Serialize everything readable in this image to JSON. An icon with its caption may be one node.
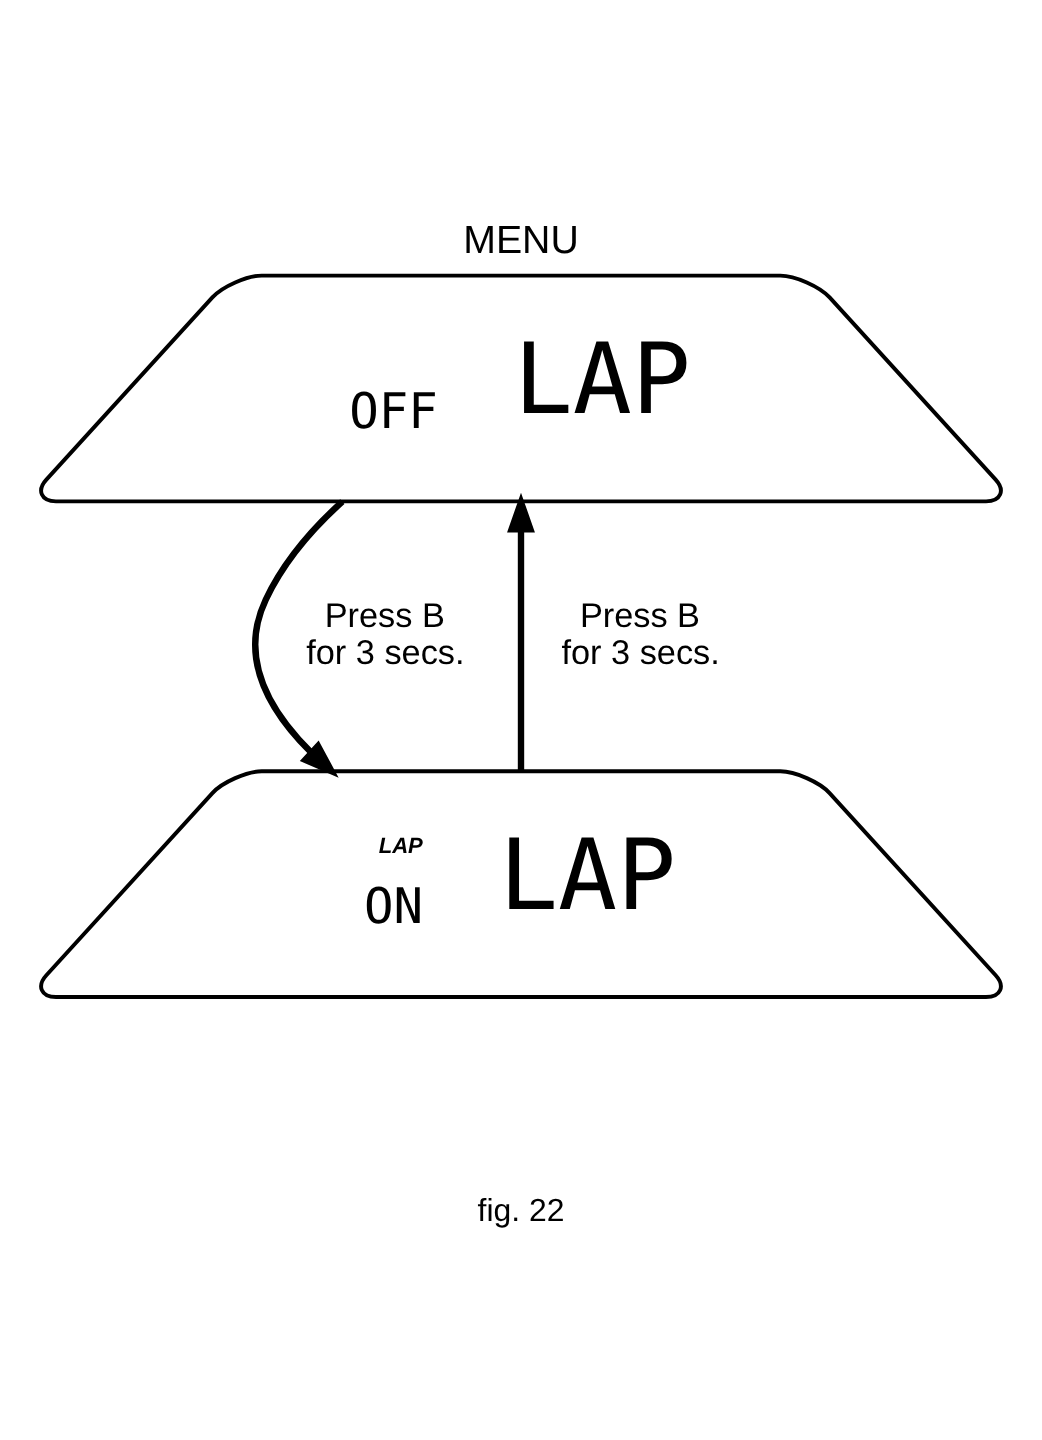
{
  "diagram": {
    "title": "MENU",
    "caption": "fig. 22",
    "nodes": [
      {
        "text": [
          "OFF",
          "LAP"
        ]
      },
      {
        "text": [
          "LAP",
          "ON",
          "LAP"
        ]
      }
    ],
    "edges": [
      {
        "from": 0,
        "to": 1,
        "arrow": "to",
        "label": "Press B for 3 secs."
      },
      {
        "from": 1,
        "to": 0,
        "arrow": "to",
        "label": "Press B for 3 secs."
      }
    ]
  }
}
